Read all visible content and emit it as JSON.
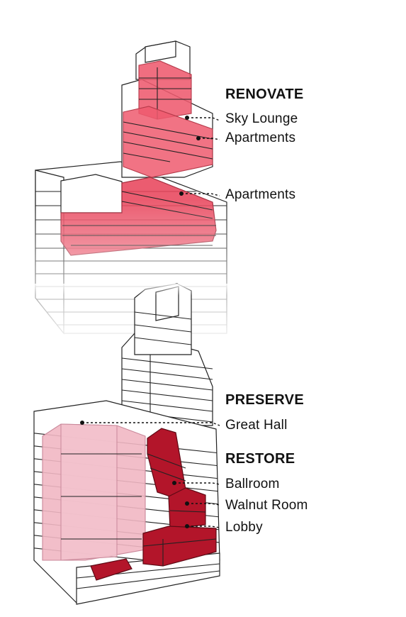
{
  "sections": {
    "renovate": {
      "heading": "RENOVATE",
      "items": [
        "Sky Lounge",
        "Apartments",
        "Apartments"
      ]
    },
    "preserve": {
      "heading": "PRESERVE",
      "items": [
        "Great Hall"
      ]
    },
    "restore": {
      "heading": "RESTORE",
      "items": [
        "Ballroom",
        "Walnut Room",
        "Lobby"
      ]
    }
  },
  "colors": {
    "renovate": "#ee5a6e",
    "preserve": "#f1b7c3",
    "restore": "#b3152a",
    "outline": "#222222"
  }
}
